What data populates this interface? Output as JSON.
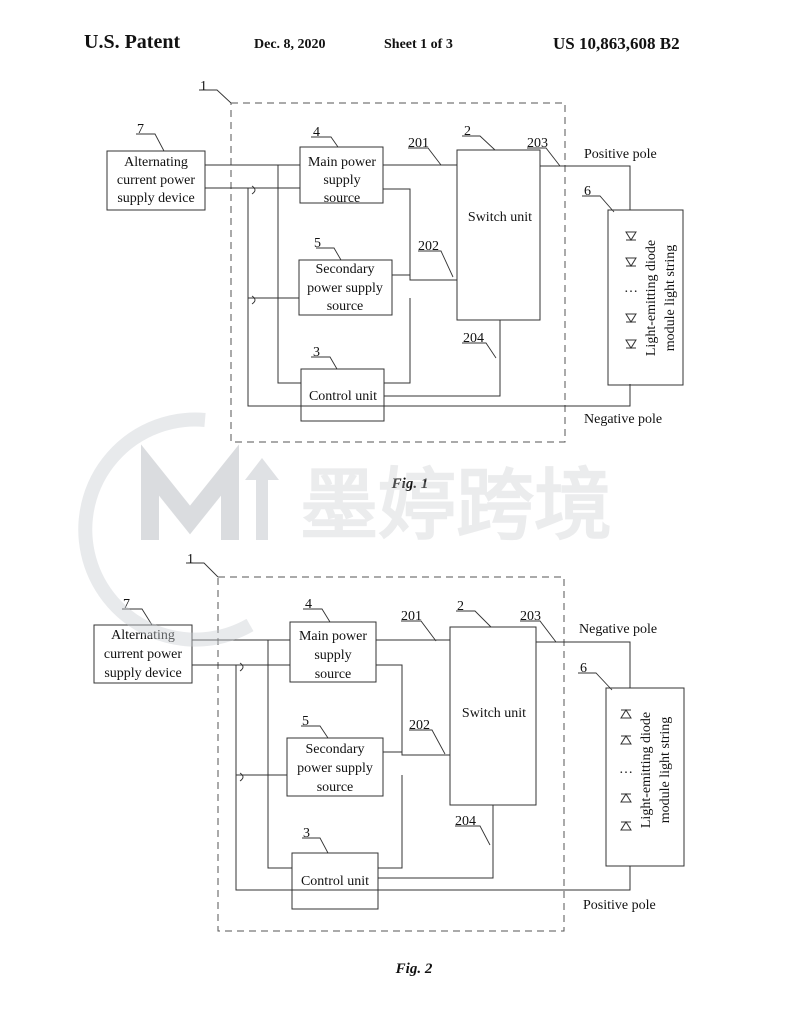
{
  "header": {
    "title": "U.S. Patent",
    "date": "Dec. 8, 2020",
    "sheet": "Sheet 1 of 3",
    "number": "US 10,863,608 B2"
  },
  "labels": {
    "ref_1": "1",
    "ref_2": "2",
    "ref_3": "3",
    "ref_4": "4",
    "ref_5": "5",
    "ref_6": "6",
    "ref_7": "7",
    "ref_201": "201",
    "ref_202": "202",
    "ref_203": "203",
    "ref_204": "204",
    "ac_line1": "Alternating",
    "ac_line2": "current power",
    "ac_line3": "supply device",
    "main_line1": "Main power",
    "main_line2": "supply",
    "main_line3": "source",
    "sec_line1": "Secondary",
    "sec_line2": "power supply",
    "sec_line3": "source",
    "switch": "Switch unit",
    "control": "Control unit",
    "led_line1": "Light-emitting diode",
    "led_line2": "module light string",
    "positive": "Positive pole",
    "negative": "Negative pole"
  },
  "figures": {
    "fig1_caption": "Fig. 1",
    "fig2_caption": "Fig. 2"
  },
  "watermark": {
    "text": "墨婷跨境",
    "color": "#c3c6ca"
  }
}
